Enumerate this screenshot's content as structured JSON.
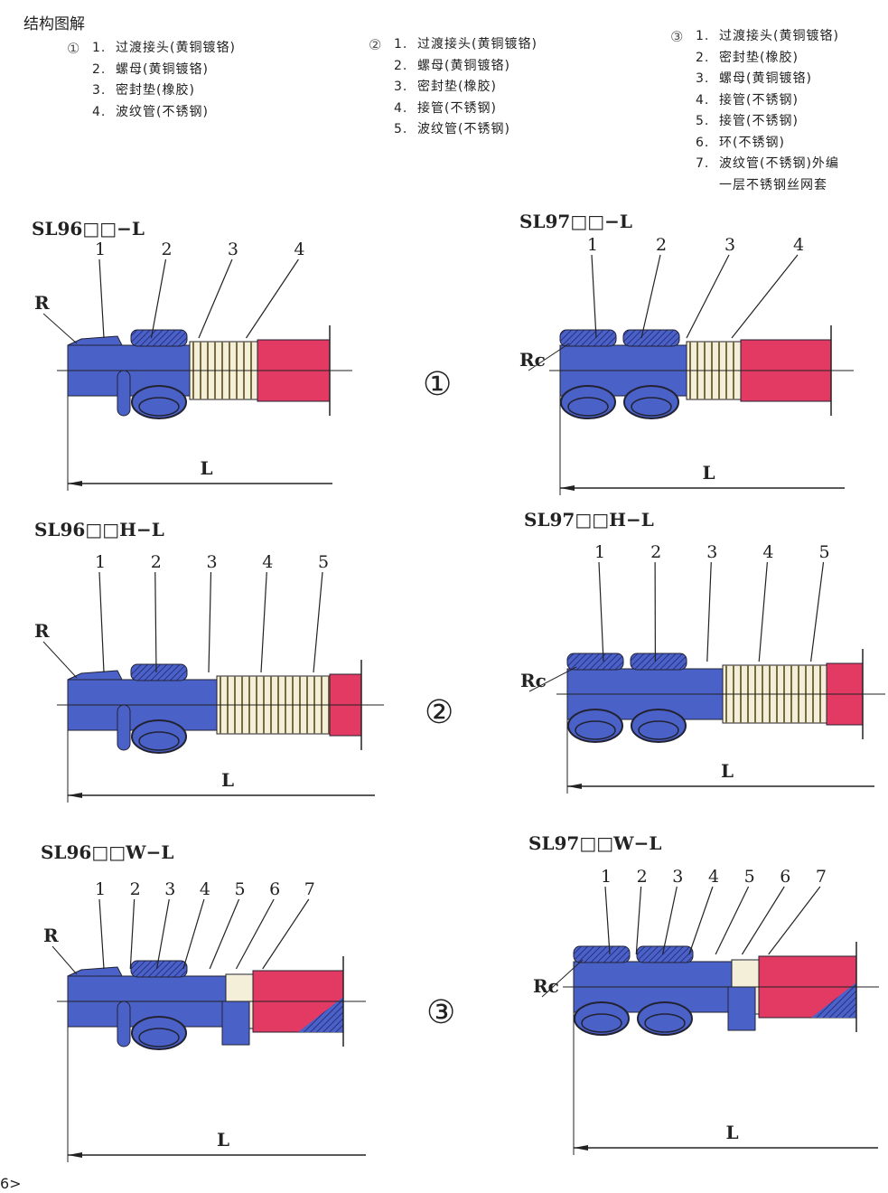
{
  "heading": "结构图解",
  "legends": [
    {
      "marker": "①",
      "items": [
        {
          "num": "1.",
          "text": "过渡接头(黄铜镀铬)"
        },
        {
          "num": "2.",
          "text": "螺母(黄铜镀铬)"
        },
        {
          "num": "3.",
          "text": "密封垫(橡胶)"
        },
        {
          "num": "4.",
          "text": "波纹管(不锈钢)"
        }
      ]
    },
    {
      "marker": "②",
      "items": [
        {
          "num": "1.",
          "text": "过渡接头(黄铜镀铬)"
        },
        {
          "num": "2.",
          "text": "螺母(黄铜镀铬)"
        },
        {
          "num": "3.",
          "text": "密封垫(橡胶)"
        },
        {
          "num": "4.",
          "text": "接管(不锈钢)"
        },
        {
          "num": "5.",
          "text": "波纹管(不锈钢)"
        }
      ]
    },
    {
      "marker": "③",
      "items": [
        {
          "num": "1.",
          "text": "过渡接头(黄铜镀铬)"
        },
        {
          "num": "2.",
          "text": "密封垫(橡胶)"
        },
        {
          "num": "3.",
          "text": "螺母(黄铜镀铬)"
        },
        {
          "num": "4.",
          "text": "接管(不锈钢)"
        },
        {
          "num": "5.",
          "text": "接管(不锈钢)"
        },
        {
          "num": "6.",
          "text": "环(不锈钢)"
        },
        {
          "num": "7.",
          "text": "波纹管(不锈钢)外编"
        },
        {
          "num": "",
          "text": "一层不锈钢丝网套"
        }
      ]
    }
  ],
  "rows": [
    {
      "marker": "①",
      "left": {
        "model": "SL96□□−L",
        "thread": "R",
        "dim": "L",
        "callouts": [
          "1",
          "2",
          "3",
          "4"
        ]
      },
      "right": {
        "model": "SL97□□−L",
        "thread": "Rc",
        "dim": "L",
        "callouts": [
          "1",
          "2",
          "3",
          "4"
        ]
      }
    },
    {
      "marker": "②",
      "left": {
        "model": "SL96□□H−L",
        "thread": "R",
        "dim": "L",
        "callouts": [
          "1",
          "2",
          "3",
          "4",
          "5"
        ]
      },
      "right": {
        "model": "SL97□□H−L",
        "thread": "Rc",
        "dim": "L",
        "callouts": [
          "1",
          "2",
          "3",
          "4",
          "5"
        ]
      }
    },
    {
      "marker": "③",
      "left": {
        "model": "SL96□□W−L",
        "thread": "R",
        "dim": "L",
        "callouts": [
          "1",
          "2",
          "3",
          "4",
          "5",
          "6",
          "7"
        ]
      },
      "right": {
        "model": "SL97□□W−L",
        "thread": "Rc",
        "dim": "L",
        "callouts": [
          "1",
          "2",
          "3",
          "4",
          "5",
          "6",
          "7"
        ]
      }
    }
  ],
  "page_number": "6>",
  "colors": {
    "body": "#4a62c8",
    "hatch": "#2a2f80",
    "pipe": "#e23a63",
    "bellows": "#f4efd8",
    "line": "#222222"
  }
}
